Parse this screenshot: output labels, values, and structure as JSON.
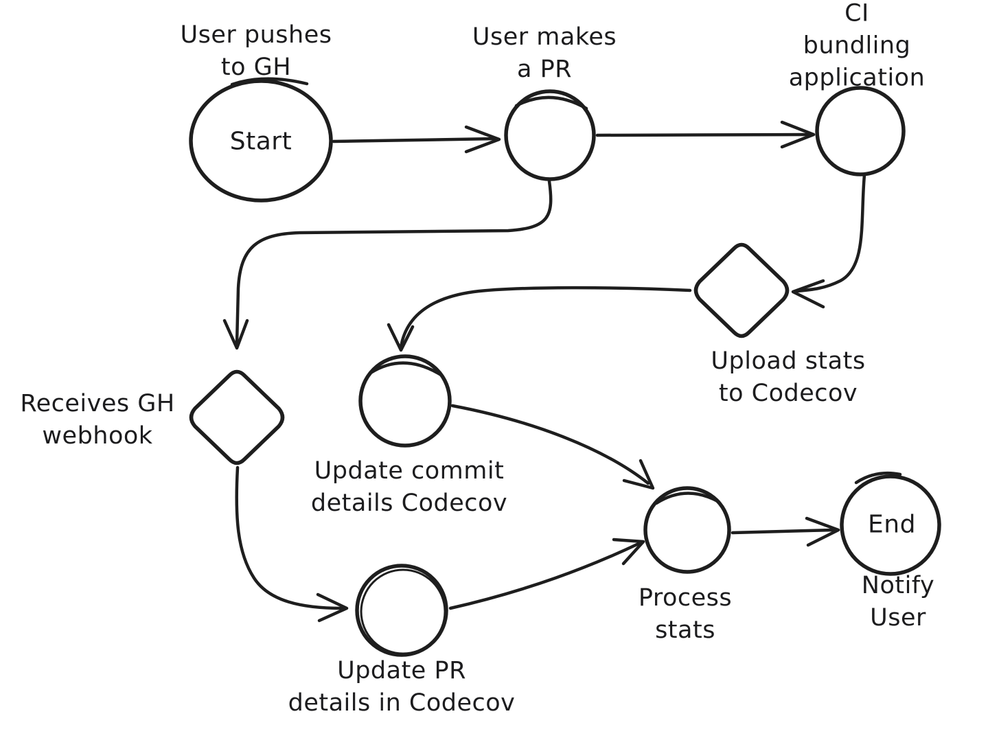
{
  "diagram": {
    "type": "flowchart",
    "style": "hand-drawn",
    "colors": {
      "background": "#ffffff",
      "stroke": "#1e1e1e",
      "text": "#1c1c1e"
    },
    "nodes": {
      "start": {
        "shape": "ellipse",
        "label": "Start",
        "caption": "User pushes\nto GH"
      },
      "user_makes_pr": {
        "shape": "circle",
        "label": "",
        "caption": "User makes\na PR"
      },
      "ci_bundling": {
        "shape": "circle",
        "label": "",
        "caption": "CI bundling\napplication"
      },
      "upload_stats": {
        "shape": "diamond",
        "label": "",
        "caption": "Upload stats\nto Codecov"
      },
      "receives_webhook": {
        "shape": "diamond",
        "label": "",
        "caption": "Receives GH\nwebhook"
      },
      "update_commit": {
        "shape": "circle",
        "label": "",
        "caption": "Update commit\ndetails Codecov"
      },
      "update_pr": {
        "shape": "circle",
        "label": "",
        "caption": "Update PR\ndetails in Codecov"
      },
      "process_stats": {
        "shape": "circle",
        "label": "",
        "caption": "Process\nstats"
      },
      "end": {
        "shape": "circle",
        "label": "End",
        "caption": "Notify User"
      }
    },
    "edges": [
      {
        "from": "start",
        "to": "user_makes_pr"
      },
      {
        "from": "user_makes_pr",
        "to": "ci_bundling"
      },
      {
        "from": "ci_bundling",
        "to": "upload_stats"
      },
      {
        "from": "user_makes_pr",
        "to": "receives_webhook"
      },
      {
        "from": "upload_stats",
        "to": "update_commit"
      },
      {
        "from": "receives_webhook",
        "to": "update_pr"
      },
      {
        "from": "update_commit",
        "to": "process_stats"
      },
      {
        "from": "update_pr",
        "to": "process_stats"
      },
      {
        "from": "process_stats",
        "to": "end"
      }
    ]
  }
}
